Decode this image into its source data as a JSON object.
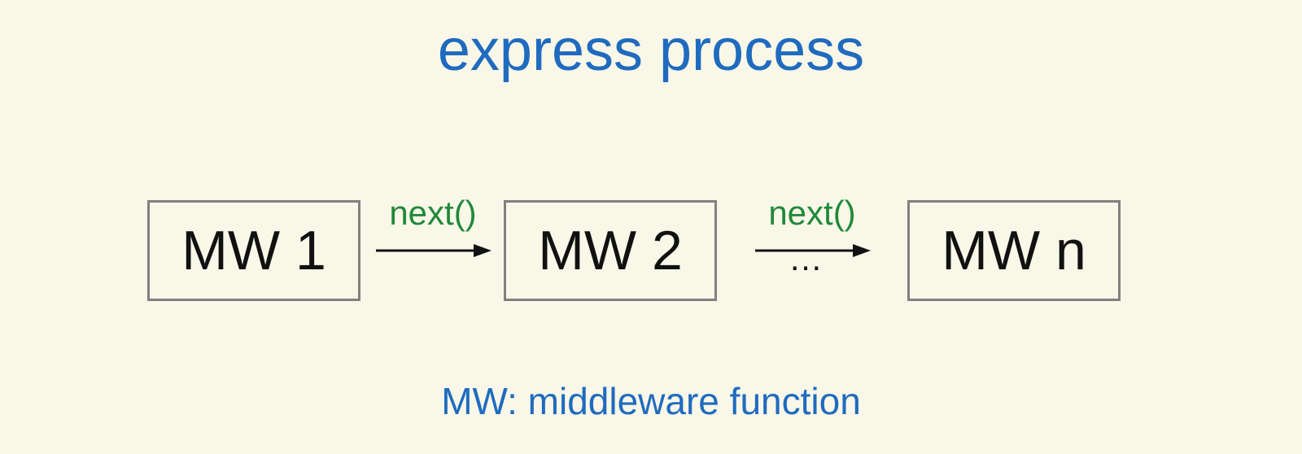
{
  "title": "express process",
  "nodes": [
    {
      "label": "MW 1"
    },
    {
      "label": "MW 2"
    },
    {
      "label": "MW n"
    }
  ],
  "edges": [
    {
      "label": "next()"
    },
    {
      "label": "next()",
      "ellipsis": "…"
    }
  ],
  "footnote": "MW: middleware function",
  "colors": {
    "background": "#f9f7e8",
    "title": "#1f6bbf",
    "edge_label": "#21893a",
    "node_border": "#808080",
    "node_text": "#111111"
  }
}
